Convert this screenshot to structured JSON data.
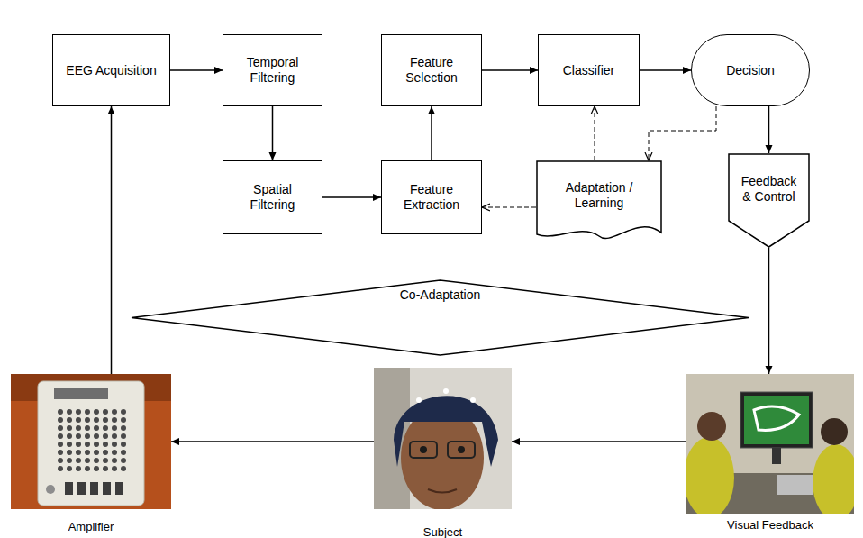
{
  "diagram": {
    "nodes": [
      {
        "text": [
          "EEG Acquisition"
        ]
      },
      {
        "text": [
          "Temporal Filtering"
        ]
      },
      {
        "text": [
          "Feature Selection"
        ]
      },
      {
        "text": [
          "Classifier"
        ]
      },
      {
        "text": [
          "Decision"
        ]
      },
      {
        "text": [
          "Spatial Filtering"
        ]
      },
      {
        "text": [
          "Feature Extraction"
        ]
      },
      {
        "text": [
          "Adaptation / Learning"
        ]
      },
      {
        "text": [
          "Feedback & Control"
        ]
      },
      {
        "text": [
          "Co-Adaptation"
        ]
      },
      {
        "text": [
          "Amplifier"
        ]
      },
      {
        "text": [
          "Subject"
        ]
      },
      {
        "text": [
          "Visual Feedback"
        ]
      }
    ],
    "edges": [
      {
        "from": 0,
        "to": 1,
        "arrow": "to"
      },
      {
        "from": 1,
        "to": 5,
        "arrow": "to"
      },
      {
        "from": 5,
        "to": 6,
        "arrow": "to"
      },
      {
        "from": 6,
        "to": 2,
        "arrow": "to"
      },
      {
        "from": 2,
        "to": 3,
        "arrow": "to"
      },
      {
        "from": 3,
        "to": 4,
        "arrow": "to"
      },
      {
        "from": 4,
        "to": 8,
        "arrow": "to"
      },
      {
        "from": 4,
        "to": 7,
        "arrow": "to"
      },
      {
        "from": 7,
        "to": 3,
        "arrow": "to"
      },
      {
        "from": 7,
        "to": 6,
        "arrow": "to"
      },
      {
        "from": 8,
        "to": 12,
        "arrow": "to"
      },
      {
        "from": 12,
        "to": 11,
        "arrow": "to"
      },
      {
        "from": 11,
        "to": 10,
        "arrow": "to"
      },
      {
        "from": 10,
        "to": 0,
        "arrow": "to"
      }
    ]
  }
}
